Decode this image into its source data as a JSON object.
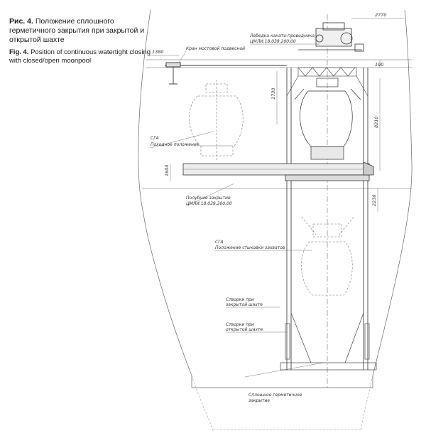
{
  "caption": {
    "ru_label": "Рис. 4.",
    "ru_text": "Положение сплошного герметичного закрытия при закрытой и открытой шахте",
    "en_label": "Fig. 4.",
    "en_text": "Position of continuous watertight closing with closed/open moonpool"
  },
  "drawing": {
    "dimensions": {
      "top_width": "2770",
      "crane_offset": "1380",
      "top_height": "190",
      "hook_height": "1730",
      "right_height": "8210",
      "cover_thickness": "1600",
      "lower_height": "2230"
    },
    "callouts": {
      "crane": "Кран мостовой подвесной",
      "winch_1": "Лебедка канато-проводника",
      "winch_2": "ЦМЛИ.18.039.200.00",
      "sga_stowed": "СГА",
      "stowed_position": "Походное положение",
      "cover_1": "Полубное закрытие",
      "cover_2": "ЦМЛИ.18.039.300.00",
      "sga_docking": "СГА",
      "docking_position": "Положение стыковки захватов",
      "flaps_closed_1": "Створки при",
      "flaps_closed_2": "закрытой шахте",
      "flaps_open_1": "Створки при",
      "flaps_open_2": "открытой шахте",
      "bottom_1": "Сплошное герметичное",
      "bottom_2": "закрытие"
    }
  }
}
